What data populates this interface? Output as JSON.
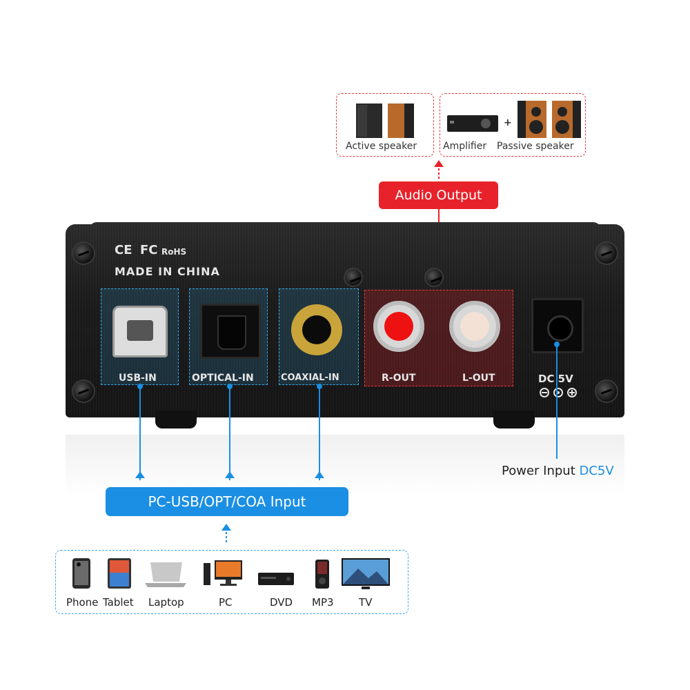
{
  "output_devices": {
    "active_speaker": "Active speaker",
    "amplifier": "Amplifier",
    "plus": "+",
    "passive_speaker": "Passive speaker"
  },
  "audio_output_label": "Audio Output",
  "device_panel": {
    "cert_ce": "CE",
    "cert_fc": "FC",
    "cert_rohs": "RoHS",
    "made_in": "MADE IN CHINA",
    "ports": {
      "usb_in": "USB-IN",
      "optical_in": "OPTICAL-IN",
      "coaxial_in": "COAXIAL-IN",
      "r_out": "R-OUT",
      "l_out": "L-OUT",
      "dc": "DC 5V"
    }
  },
  "power_input": {
    "label": "Power Input",
    "value": "DC5V"
  },
  "input_label": "PC-USB/OPT/COA Input",
  "source_devices": [
    "Phone",
    "Tablet",
    "Laptop",
    "PC",
    "DVD",
    "MP3",
    "TV"
  ],
  "colors": {
    "accent_red": "#e8222a",
    "accent_blue": "#1a8fe3"
  }
}
